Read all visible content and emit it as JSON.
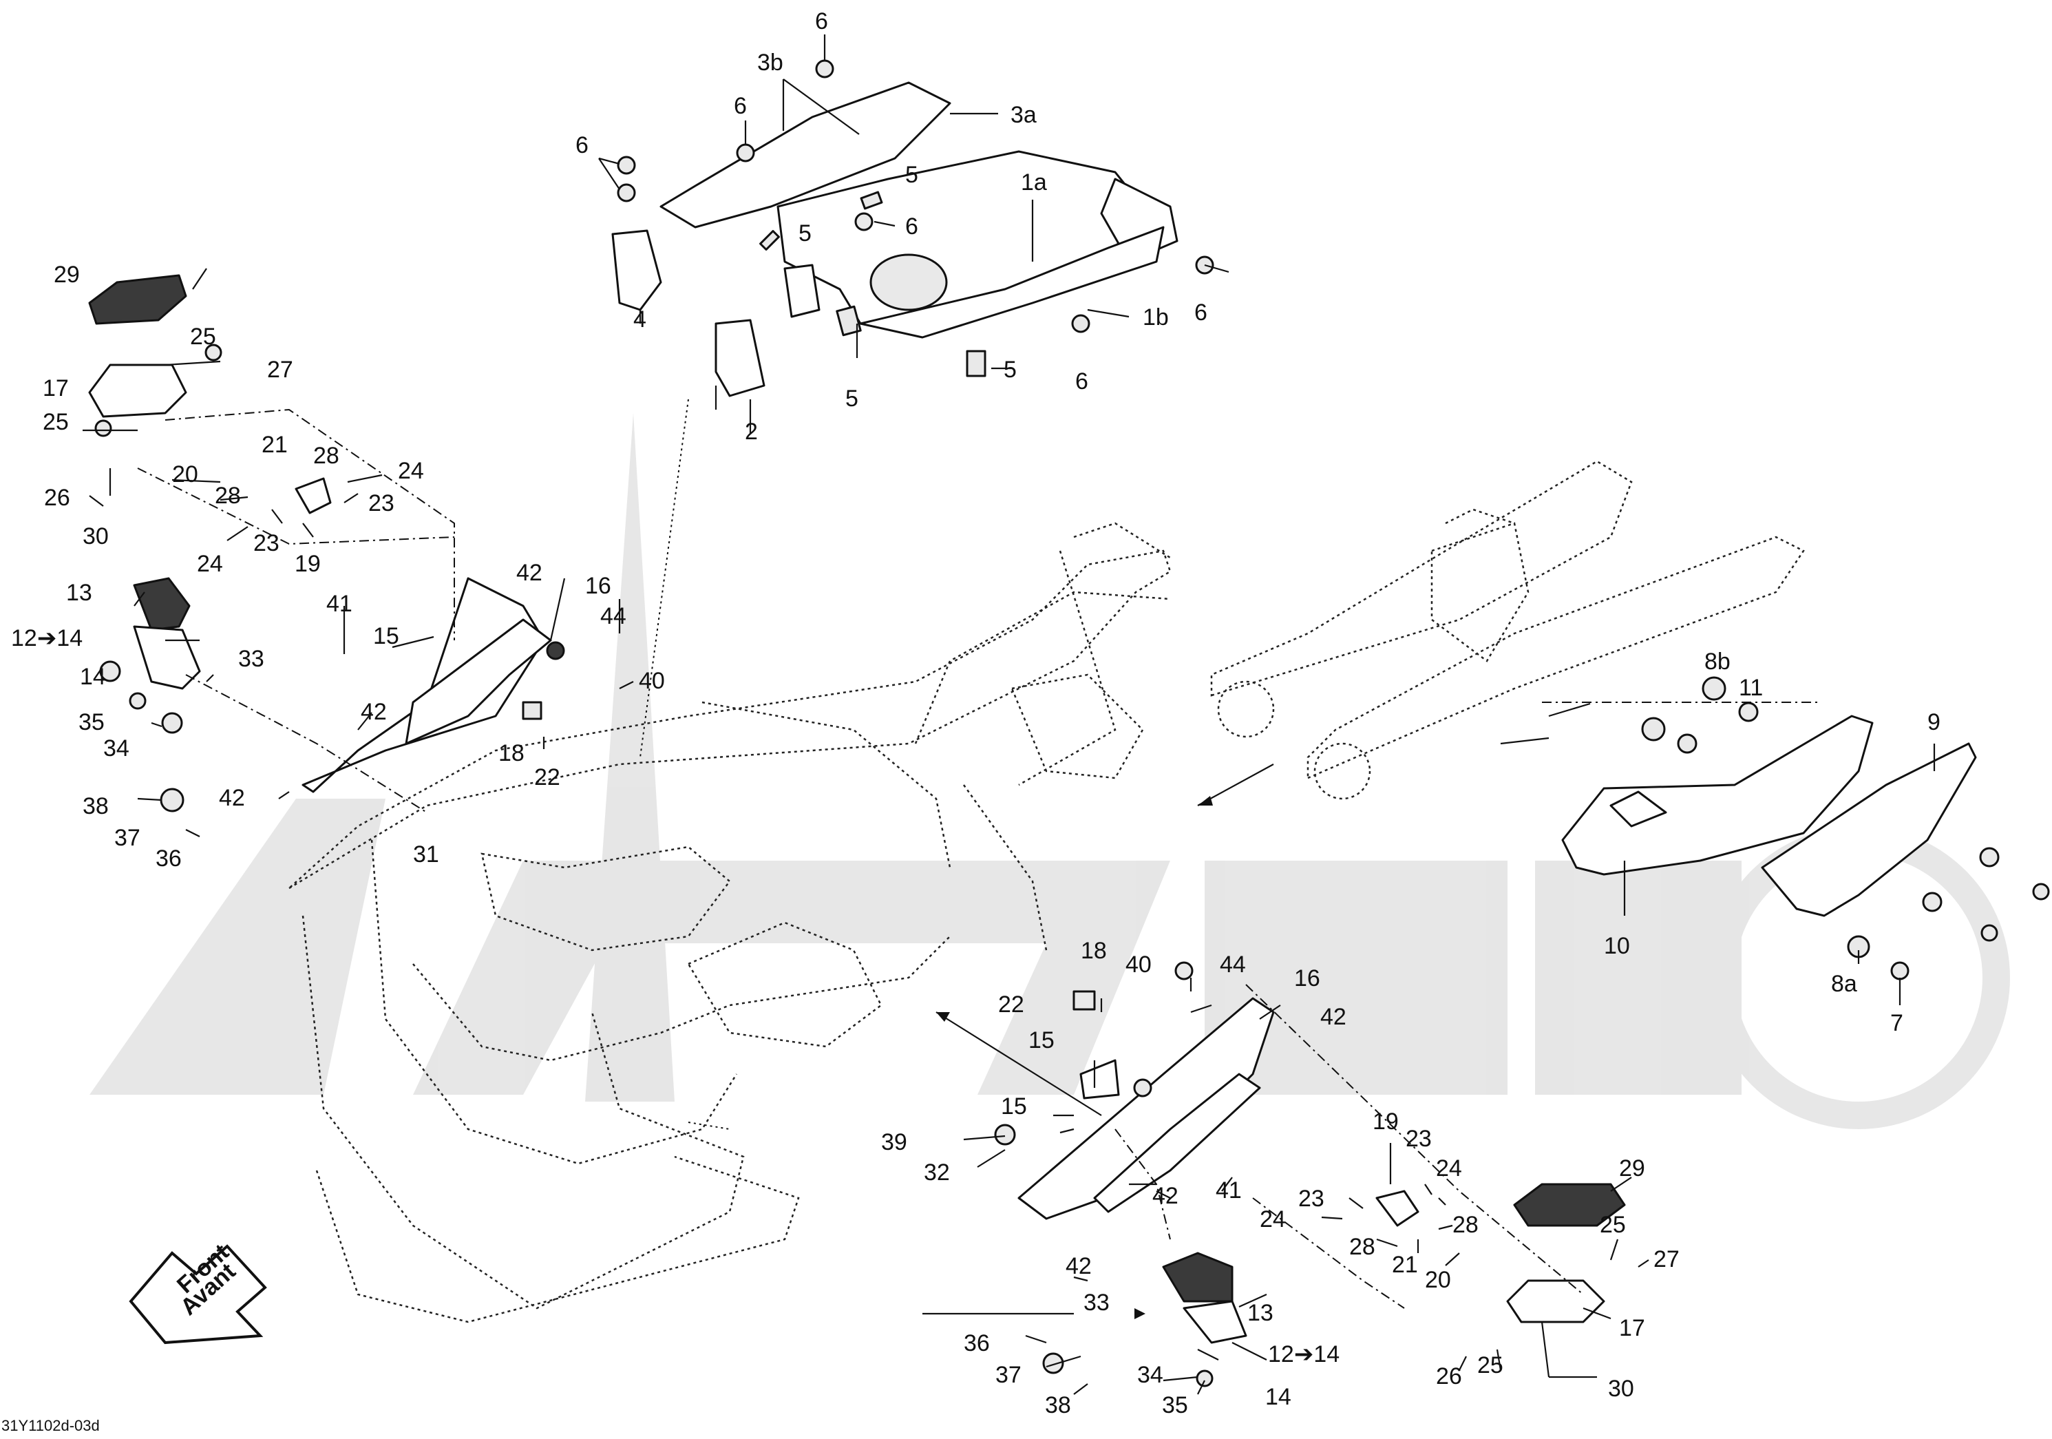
{
  "diagram": {
    "doc_code": "31Y1102d-03d",
    "front_arrow": {
      "line1": "Front",
      "line2": "Avant"
    },
    "callouts": {
      "c1a": "1a",
      "c1b": "1b",
      "c2": "2",
      "c3a": "3a",
      "c3b": "3b",
      "c4": "4",
      "c5": "5",
      "c6": "6",
      "c7": "7",
      "c8a": "8a",
      "c8b": "8b",
      "c9": "9",
      "c10": "10",
      "c11": "11",
      "c12": "12➔14",
      "c13": "13",
      "c14": "14",
      "c15": "15",
      "c16": "16",
      "c17": "17",
      "c18": "18",
      "c19": "19",
      "c20": "20",
      "c21": "21",
      "c22": "22",
      "c23": "23",
      "c24": "24",
      "c25": "25",
      "c26": "26",
      "c27": "27",
      "c28": "28",
      "c29": "29",
      "c30": "30",
      "c31": "31",
      "c32": "32",
      "c33": "33",
      "c34": "34",
      "c35": "35",
      "c36": "36",
      "c37": "37",
      "c38": "38",
      "c39": "39",
      "c40": "40",
      "c41": "41",
      "c42": "42",
      "c44": "44"
    }
  }
}
